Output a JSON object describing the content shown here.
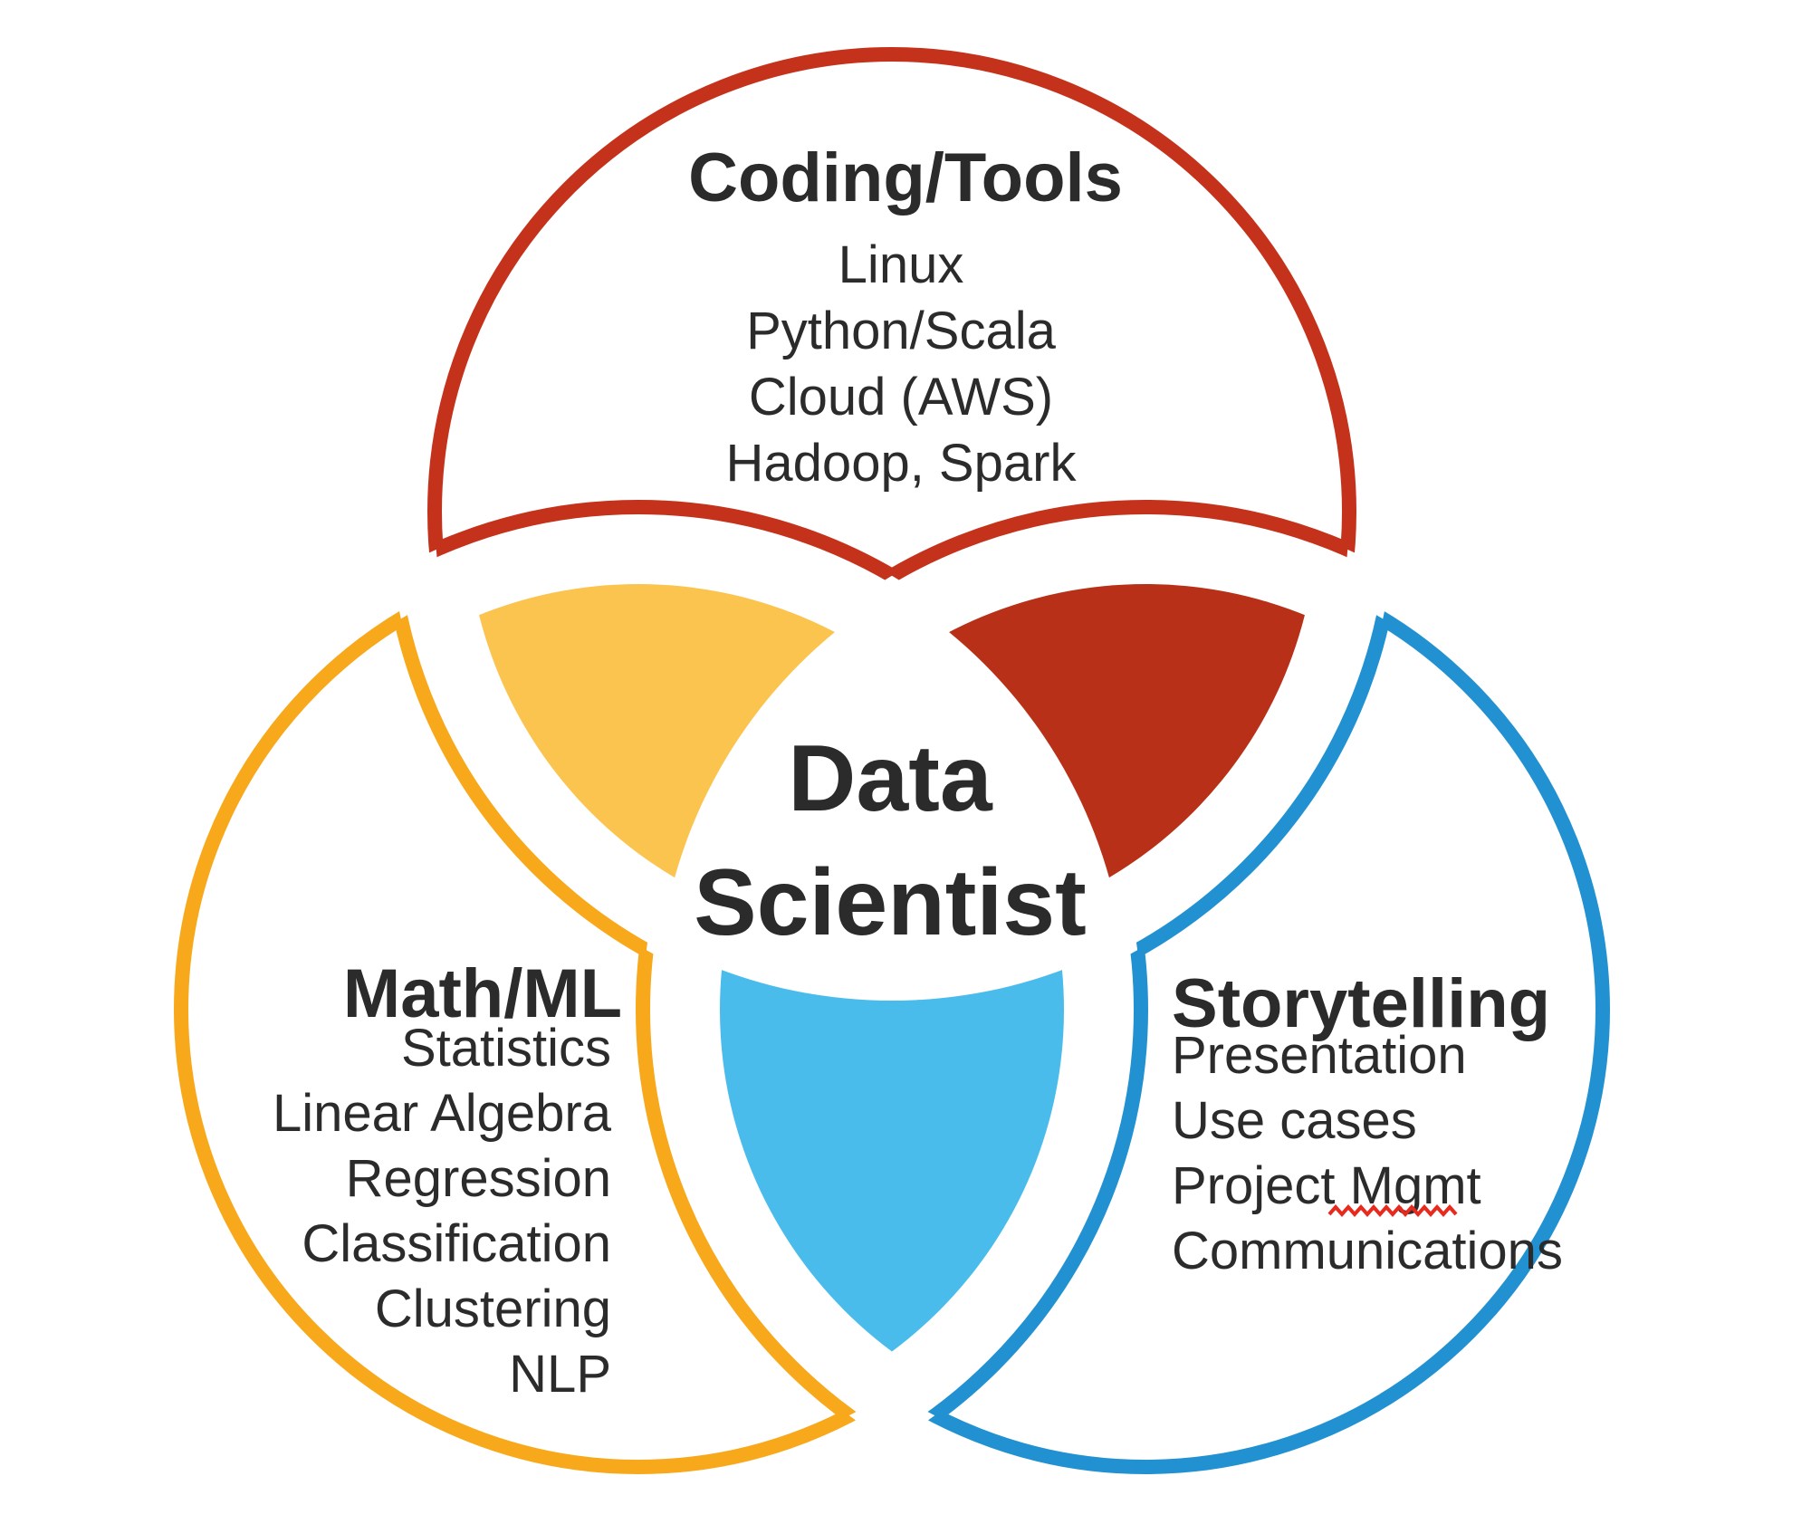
{
  "center": {
    "line1": "Data",
    "line2": "Scientist"
  },
  "coding": {
    "title": "Coding/Tools",
    "items": [
      "Linux",
      "Python/Scala",
      "Cloud (AWS)",
      "Hadoop, Spark"
    ]
  },
  "math": {
    "title": "Math/ML",
    "items": [
      "Statistics",
      "Linear Algebra",
      "Regression",
      "Classification",
      "Clustering",
      "NLP"
    ]
  },
  "storytelling": {
    "title": "Storytelling",
    "items": [
      "Presentation",
      "Use cases",
      "Project Mgmt",
      "Communications"
    ]
  },
  "colors": {
    "coding_outline": "#C5321B",
    "coding_fill": "#B93018",
    "math_outline": "#F8A81B",
    "math_fill": "#FBC44F",
    "math_title": "#FBBF45",
    "storytelling_outline": "#2191D1",
    "storytelling_fill": "#4ABCEC",
    "storytelling_title": "#4CB9EE",
    "text": "#2B2B2B",
    "spellcheck_underline": "#E8291E"
  }
}
